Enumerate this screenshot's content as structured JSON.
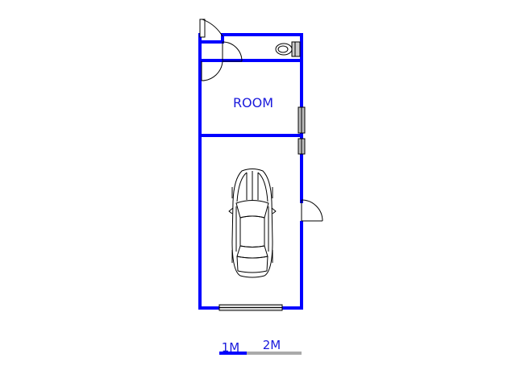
{
  "rooms": {
    "room_label": "ROOM"
  },
  "scale_bar": {
    "label_1": "1M",
    "label_2": "2M"
  },
  "colors": {
    "wall": "#0000ff",
    "fixture": "#000000",
    "scale_primary": "#0000ff",
    "scale_secondary": "#aaaaaa",
    "text": "#1a1adc"
  }
}
